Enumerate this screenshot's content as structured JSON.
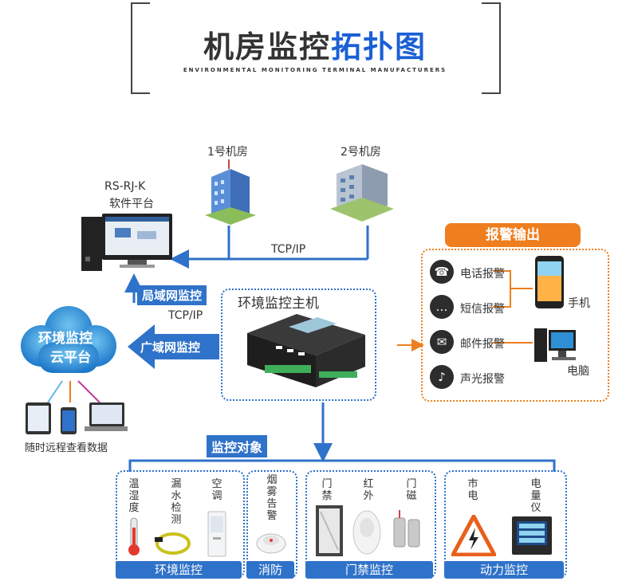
{
  "header": {
    "title_dark": "机房监控",
    "title_blue": "拓扑图",
    "subtitle": "ENVIRONMENTAL MONITORING TERMINAL MANUFACTURERS"
  },
  "rooms": {
    "room1": "1号机房",
    "room2": "2号机房"
  },
  "platform": {
    "line1": "RS-RJ-K",
    "line2": "软件平台"
  },
  "links": {
    "tcpip_top": "TCP/IP",
    "lan_label": "局域网监控",
    "tcpip_left": "TCP/IP",
    "wan_label": "广域网监控"
  },
  "host": {
    "title": "环境监控主机"
  },
  "cloud": {
    "line1": "环境监控",
    "line2": "云平台"
  },
  "remote": {
    "label": "随时远程查看数据"
  },
  "alarm": {
    "title": "报警输出",
    "items": [
      {
        "label": "电话报警",
        "icon": "phone-icon"
      },
      {
        "label": "短信报警",
        "icon": "sms-icon"
      },
      {
        "label": "邮件报警",
        "icon": "mail-icon"
      },
      {
        "label": "声光报警",
        "icon": "bell-icon"
      }
    ],
    "phone_label": "手机",
    "pc_label": "电脑"
  },
  "objects": {
    "title": "监控对象",
    "groups": [
      {
        "tag": "环境监控",
        "items": [
          "温湿度",
          "漏水检测",
          "空调"
        ]
      },
      {
        "tag": "消防",
        "items": [
          "烟雾告警"
        ]
      },
      {
        "tag": "门禁监控",
        "items": [
          "门禁",
          "红外",
          "门磁"
        ]
      },
      {
        "tag": "动力监控",
        "items": [
          "市电",
          "电量仪"
        ]
      }
    ]
  },
  "colors": {
    "accent_blue": "#2f72c9",
    "title_blue": "#1a5fd6",
    "accent_orange": "#ee7e1e"
  }
}
